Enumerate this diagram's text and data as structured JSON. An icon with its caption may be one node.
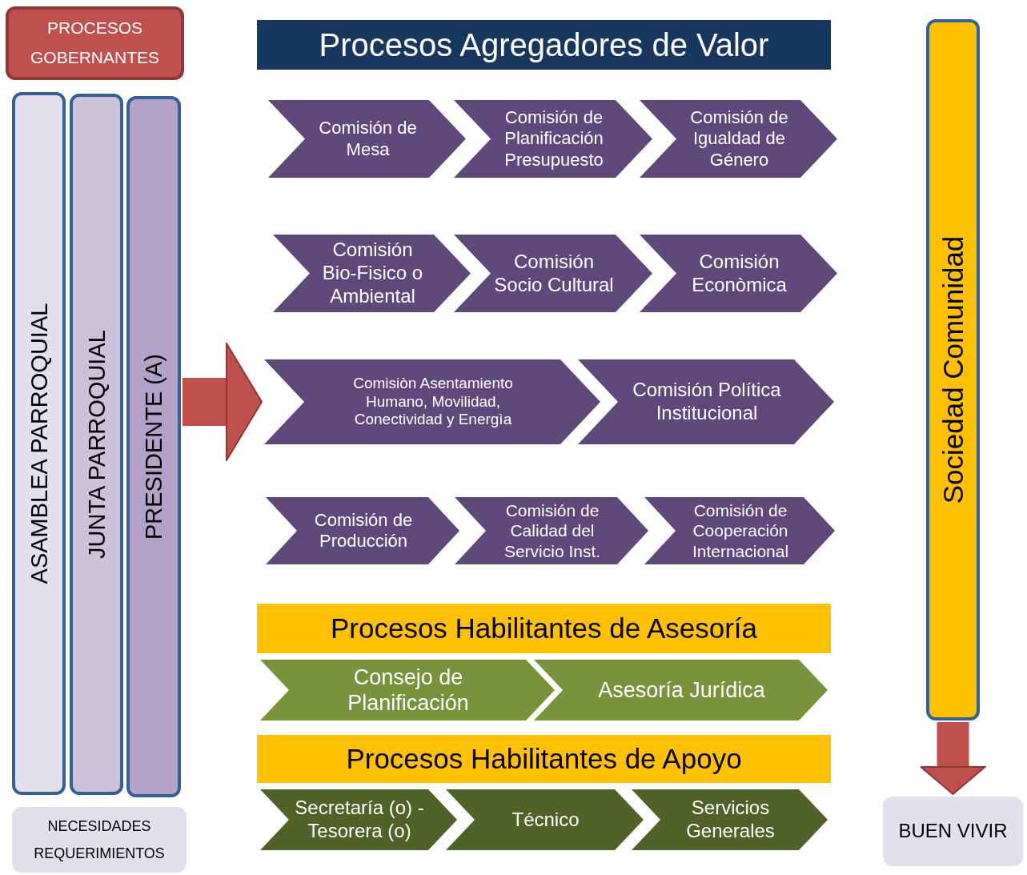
{
  "diagram": {
    "nodes": [
      {
        "text": [
          "PROCESOS GOBERNANTES"
        ]
      },
      {
        "text": [
          "ASAMBLEA PARROQUIAL"
        ]
      },
      {
        "text": [
          "JUNTA PARROQUIAL"
        ]
      },
      {
        "text": [
          "PRESIDENTE (A)"
        ]
      },
      {
        "text": [
          "NECESIDADES REQUERIMIENTOS"
        ]
      },
      {
        "text": [
          "Procesos Agregadores de Valor"
        ]
      },
      {
        "text": [
          "Comisión de Mesa"
        ]
      },
      {
        "text": [
          "Comisión de Planificación Presupuesto"
        ]
      },
      {
        "text": [
          "Comisión de Igualdad de Género"
        ]
      },
      {
        "text": [
          "Comisión Bio-Fisico o Ambiental"
        ]
      },
      {
        "text": [
          "Comisión Socio Cultural"
        ]
      },
      {
        "text": [
          "Comisión Econòmica"
        ]
      },
      {
        "text": [
          "Comisiòn Asentamiento Humano, Movilidad, Conectividad y Energìa"
        ]
      },
      {
        "text": [
          "Comisión Política Institucional"
        ]
      },
      {
        "text": [
          "Comisión de Producción"
        ]
      },
      {
        "text": [
          "Comisión de Calidad del Servicio Inst."
        ]
      },
      {
        "text": [
          "Comisión de Cooperación Internacional"
        ]
      },
      {
        "text": [
          "Procesos Habilitantes de Asesoría"
        ]
      },
      {
        "text": [
          "Consejo de Planificación"
        ]
      },
      {
        "text": [
          "Asesoría Jurídica"
        ]
      },
      {
        "text": [
          "Procesos Habilitantes de Apoyo"
        ]
      },
      {
        "text": [
          "Secretaría (o) - Tesorera (o)"
        ]
      },
      {
        "text": [
          "Técnico"
        ]
      },
      {
        "text": [
          "Servicios Generales"
        ]
      },
      {
        "text": [
          "Sociedad Comunidad"
        ]
      },
      {
        "text": [
          "BUEN VIVIR"
        ]
      }
    ],
    "edges": [
      {
        "from": 3,
        "to": 12,
        "arrow": "to"
      },
      {
        "from": 24,
        "to": 25,
        "arrow": "to"
      }
    ]
  }
}
